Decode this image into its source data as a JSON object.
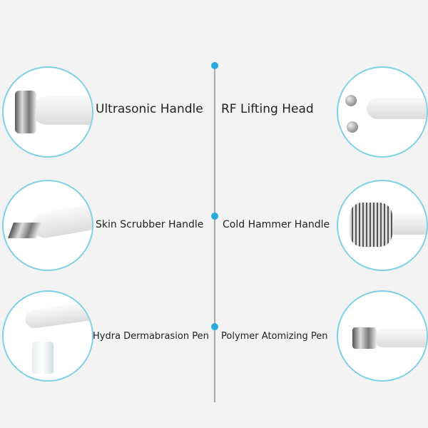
{
  "items": [
    {
      "label": "Ultrasonic Handle",
      "icon": "ultrasonic-handle-icon"
    },
    {
      "label": "RF Lifting Head",
      "icon": "rf-lifting-head-icon"
    },
    {
      "label": "Skin Scrubber Handle",
      "icon": "skin-scrubber-handle-icon"
    },
    {
      "label": "Cold Hammer Handle",
      "icon": "cold-hammer-handle-icon"
    },
    {
      "label": "Hydra Dermabrasion Pen",
      "icon": "hydra-dermabrasion-pen-icon"
    },
    {
      "label": "Polymer Atomizing Pen",
      "icon": "polymer-atomizing-pen-icon"
    }
  ],
  "colors": {
    "accent": "#2aa9dc",
    "circle_border": "#7fd0e6",
    "background": "#f3f3f3"
  }
}
